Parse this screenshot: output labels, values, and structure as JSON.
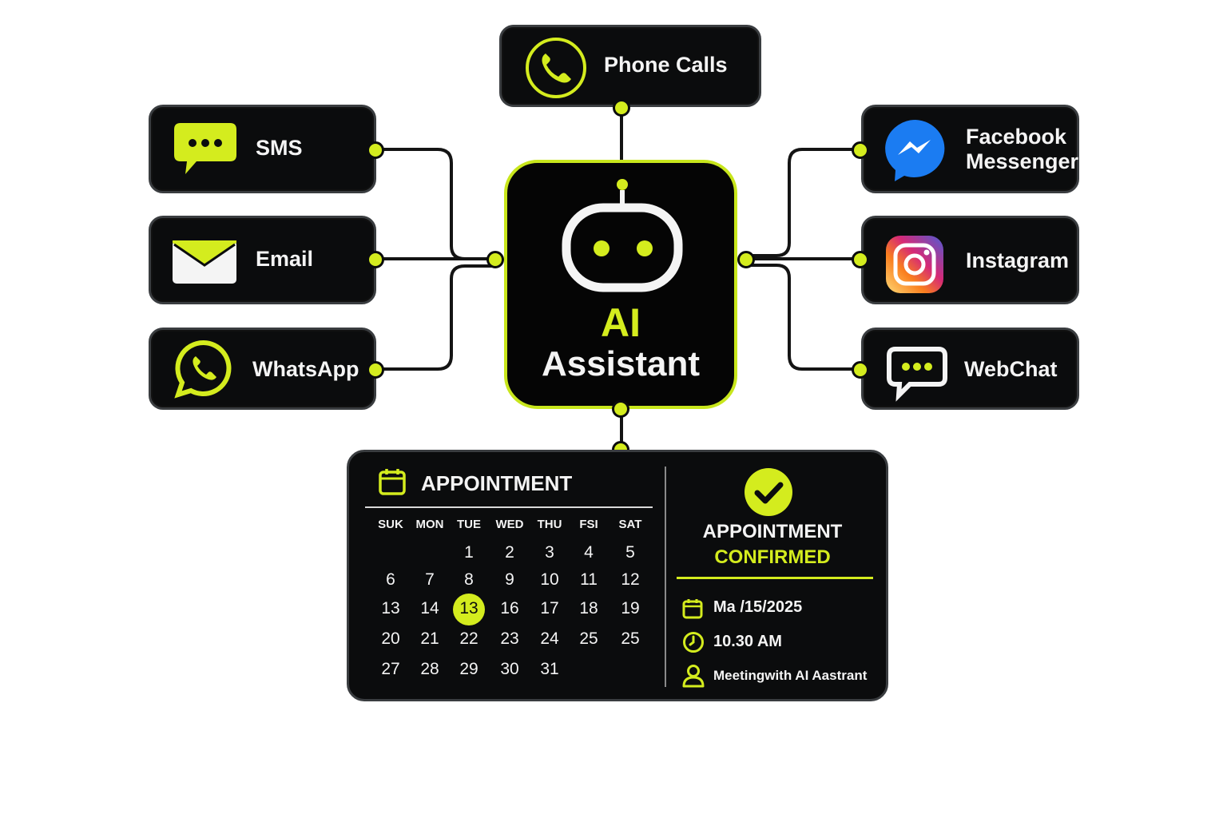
{
  "hub": {
    "line1": "AI",
    "line2": "Assistant"
  },
  "channels": {
    "phone": "Phone Calls",
    "sms": "SMS",
    "email": "Email",
    "whatsapp": "WhatsApp",
    "messenger_line1": "Facebook",
    "messenger_line2": "Messenger",
    "instagram": "Instagram",
    "webchat": "WebChat"
  },
  "appointment": {
    "title": "APPOINTMENT",
    "weekdays": [
      "SUK",
      "MON",
      "TUE",
      "WED",
      "THU",
      "FSI",
      "SAT"
    ],
    "weeks": [
      [
        "",
        "",
        "1",
        "2",
        "3",
        "4",
        "5"
      ],
      [
        "6",
        "7",
        "8",
        "9",
        "10",
        "11",
        "12"
      ],
      [
        "13",
        "14",
        "13",
        "16",
        "17",
        "18",
        "19"
      ],
      [
        "20",
        "21",
        "22",
        "23",
        "24",
        "25",
        "25"
      ],
      [
        "27",
        "28",
        "29",
        "30",
        "31",
        "",
        ""
      ]
    ],
    "selected_day": "13",
    "confirm_line1": "APPOINTMENT",
    "confirm_line2": "CONFIRMED",
    "date": "Ma /15/2025",
    "time": "10.30 AM",
    "meeting": "Meetingwith AI Aastrant"
  },
  "colors": {
    "accent": "#d4ec1e",
    "card": "#0b0c0d",
    "border": "#3a3d40"
  }
}
